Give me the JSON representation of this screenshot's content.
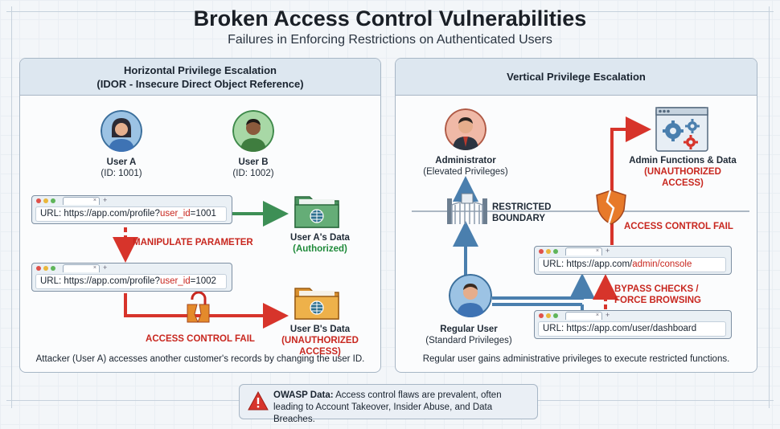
{
  "header": {
    "title": "Broken Access Control Vulnerabilities",
    "subtitle": "Failures in Enforcing Restrictions on Authenticated Users"
  },
  "left": {
    "heading_line1": "Horizontal Privilege Escalation",
    "heading_line2": "(IDOR - Insecure Direct Object Reference)",
    "user_a": {
      "name": "User A",
      "id": "(ID: 1001)"
    },
    "user_b": {
      "name": "User B",
      "id": "(ID: 1002)"
    },
    "browser1": {
      "url_prefix": "URL: https://app.com/profile?",
      "param": "user_id",
      "value": "=1001"
    },
    "browser2": {
      "url_prefix": "URL: https://app.com/profile?",
      "param": "user_id",
      "value": "=1002"
    },
    "manipulate_label": "MANIPULATE PARAMETER",
    "fail_label": "ACCESS CONTROL FAIL",
    "data_a": {
      "name": "User A's Data",
      "status": "(Authorized)"
    },
    "data_b": {
      "name": "User B's Data",
      "status": "(UNAUTHORIZED ACCESS)"
    },
    "caption": "Attacker (User A) accesses another customer's records by changing the user ID."
  },
  "right": {
    "heading": "Vertical Privilege Escalation",
    "admin": {
      "name": "Administrator",
      "role": "(Elevated Privileges)"
    },
    "boundary_line1": "RESTRICTED",
    "boundary_line2": "BOUNDARY",
    "admin_functions": {
      "name": "Admin Functions & Data",
      "status": "(UNAUTHORIZED ACCESS)"
    },
    "fail_label": "ACCESS CONTROL FAIL",
    "browser_admin": {
      "url_prefix": "URL: https://app.com/",
      "path": "admin/console"
    },
    "bypass_line1": "BYPASS CHECKS /",
    "bypass_line2": "FORCE BROWSING",
    "browser_user": {
      "url": "URL: https://app.com/user/dashboard"
    },
    "regular": {
      "name": "Regular User",
      "role": "(Standard Privileges)"
    },
    "caption": "Regular user gains administrative privileges to execute restricted functions."
  },
  "note": {
    "label": "OWASP Data:",
    "text": "Access control flaws are prevalent, often leading to Account Takeover, Insider Abuse, and Data Breaches."
  },
  "browser_chrome": {
    "tab_close": "×",
    "tab_plus": "+"
  },
  "colors": {
    "red": "#c8271f",
    "green": "#1f8a3a",
    "blue": "#4a7fae",
    "folder_green": "#5fa872",
    "folder_orange": "#e9a23a",
    "panel_header": "#dde7f0"
  }
}
